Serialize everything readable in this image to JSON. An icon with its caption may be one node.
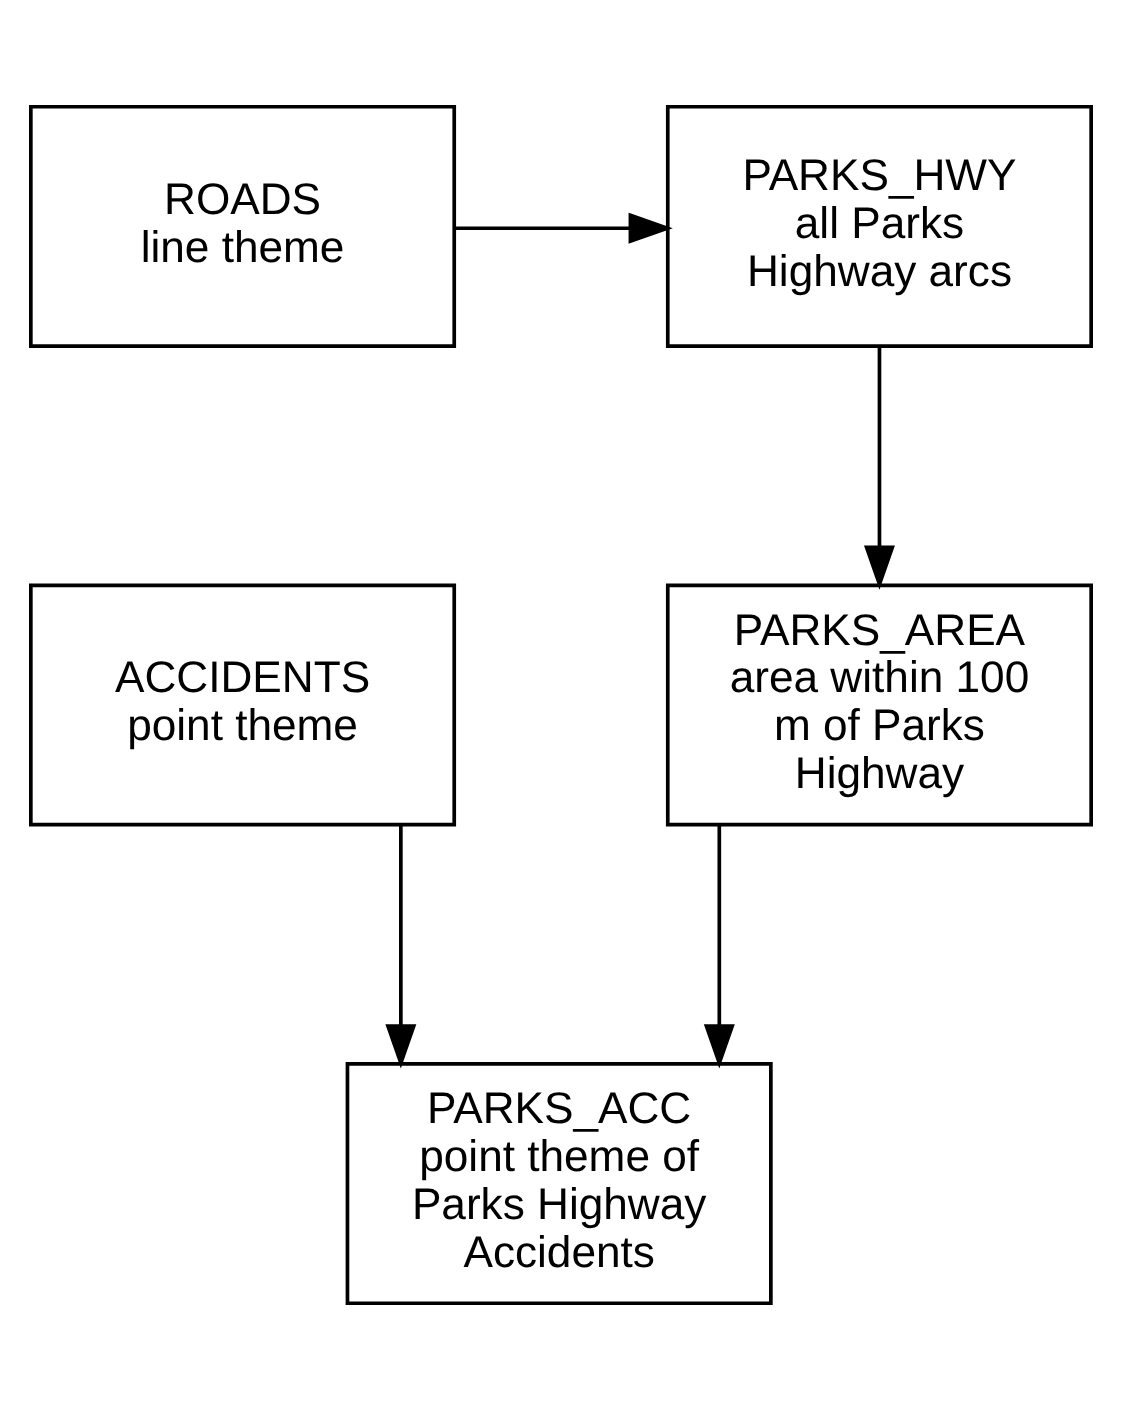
{
  "diagram": {
    "nodes": [
      {
        "text": [
          "ROADS",
          "line theme"
        ]
      },
      {
        "text": [
          "PARKS_HWY",
          "all Parks Highway arcs"
        ]
      },
      {
        "text": [
          "ACCIDENTS",
          "point theme"
        ]
      },
      {
        "text": [
          "PARKS_AREA",
          "area within 100 m of Parks Highway"
        ]
      },
      {
        "text": [
          "PARKS_ACC",
          "point theme of Parks Highway Accidents"
        ]
      }
    ],
    "edges": [
      {
        "from": 0,
        "to": 1,
        "arrow": "to"
      },
      {
        "from": 1,
        "to": 3,
        "arrow": "to"
      },
      {
        "from": 2,
        "to": 4,
        "arrow": "to"
      },
      {
        "from": 3,
        "to": 4,
        "arrow": "to"
      }
    ]
  }
}
